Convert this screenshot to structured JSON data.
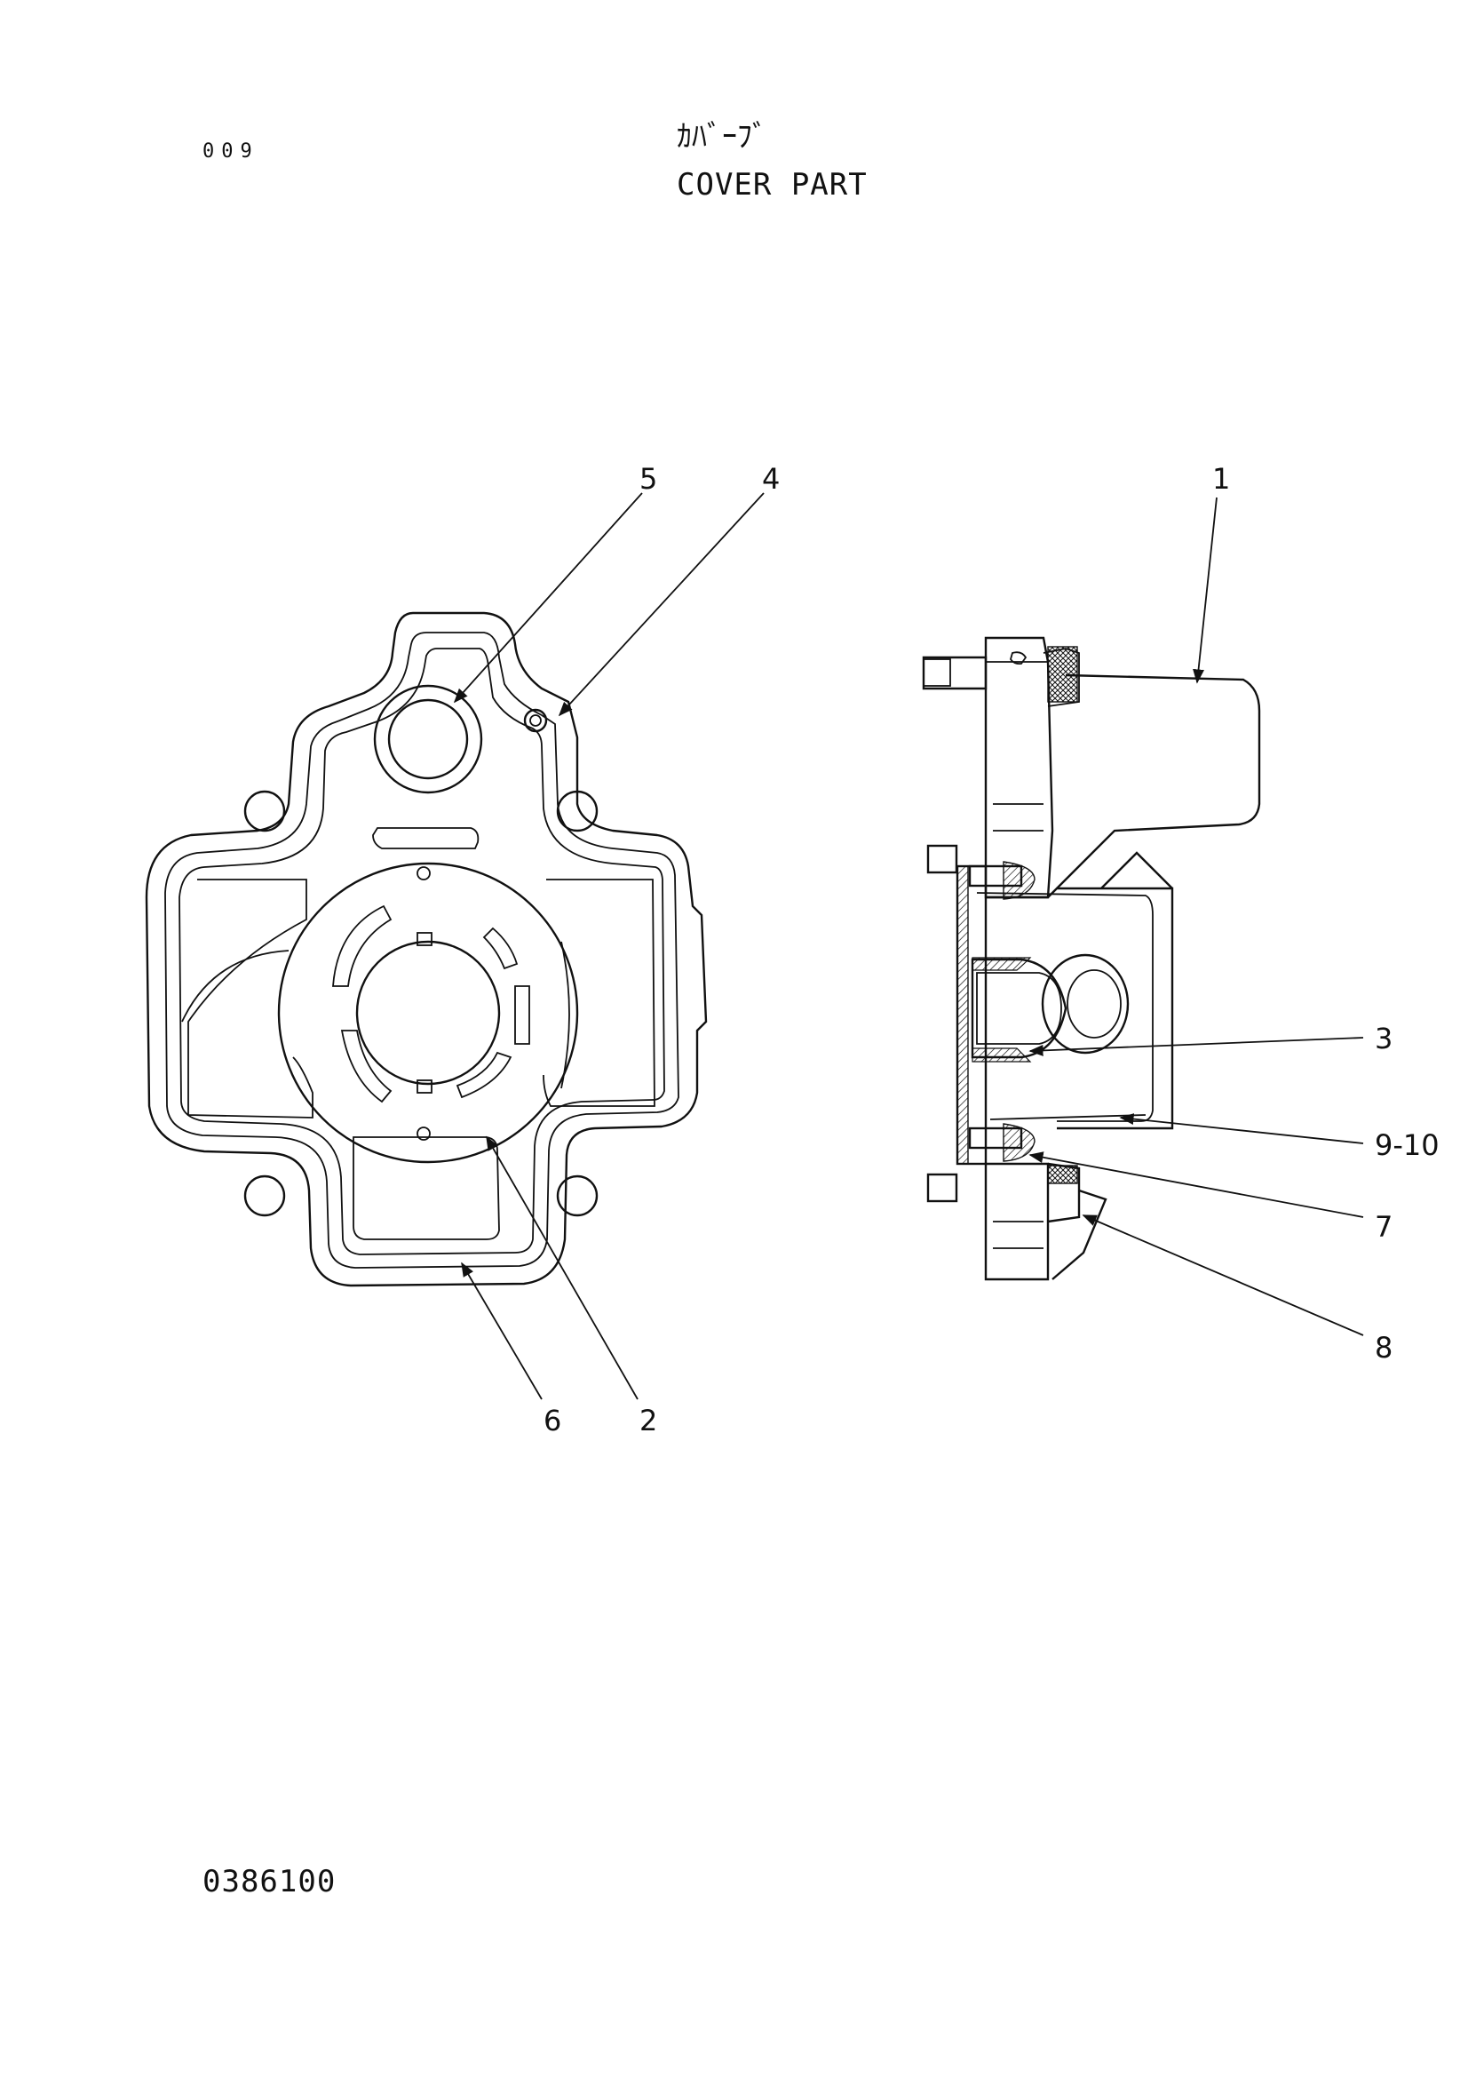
{
  "header": {
    "page_number": "009",
    "title_japanese": "ｶﾊﾞｰﾌﾞ",
    "title_english": "COVER PART"
  },
  "footer": {
    "drawing_number": "0386100"
  },
  "callouts": [
    {
      "id": "c1",
      "label": "1"
    },
    {
      "id": "c2",
      "label": "2"
    },
    {
      "id": "c3",
      "label": "3"
    },
    {
      "id": "c4",
      "label": "4"
    },
    {
      "id": "c5",
      "label": "5"
    },
    {
      "id": "c6",
      "label": "6"
    },
    {
      "id": "c7",
      "label": "7"
    },
    {
      "id": "c8",
      "label": "8"
    },
    {
      "id": "c9",
      "label": "9-10"
    }
  ]
}
